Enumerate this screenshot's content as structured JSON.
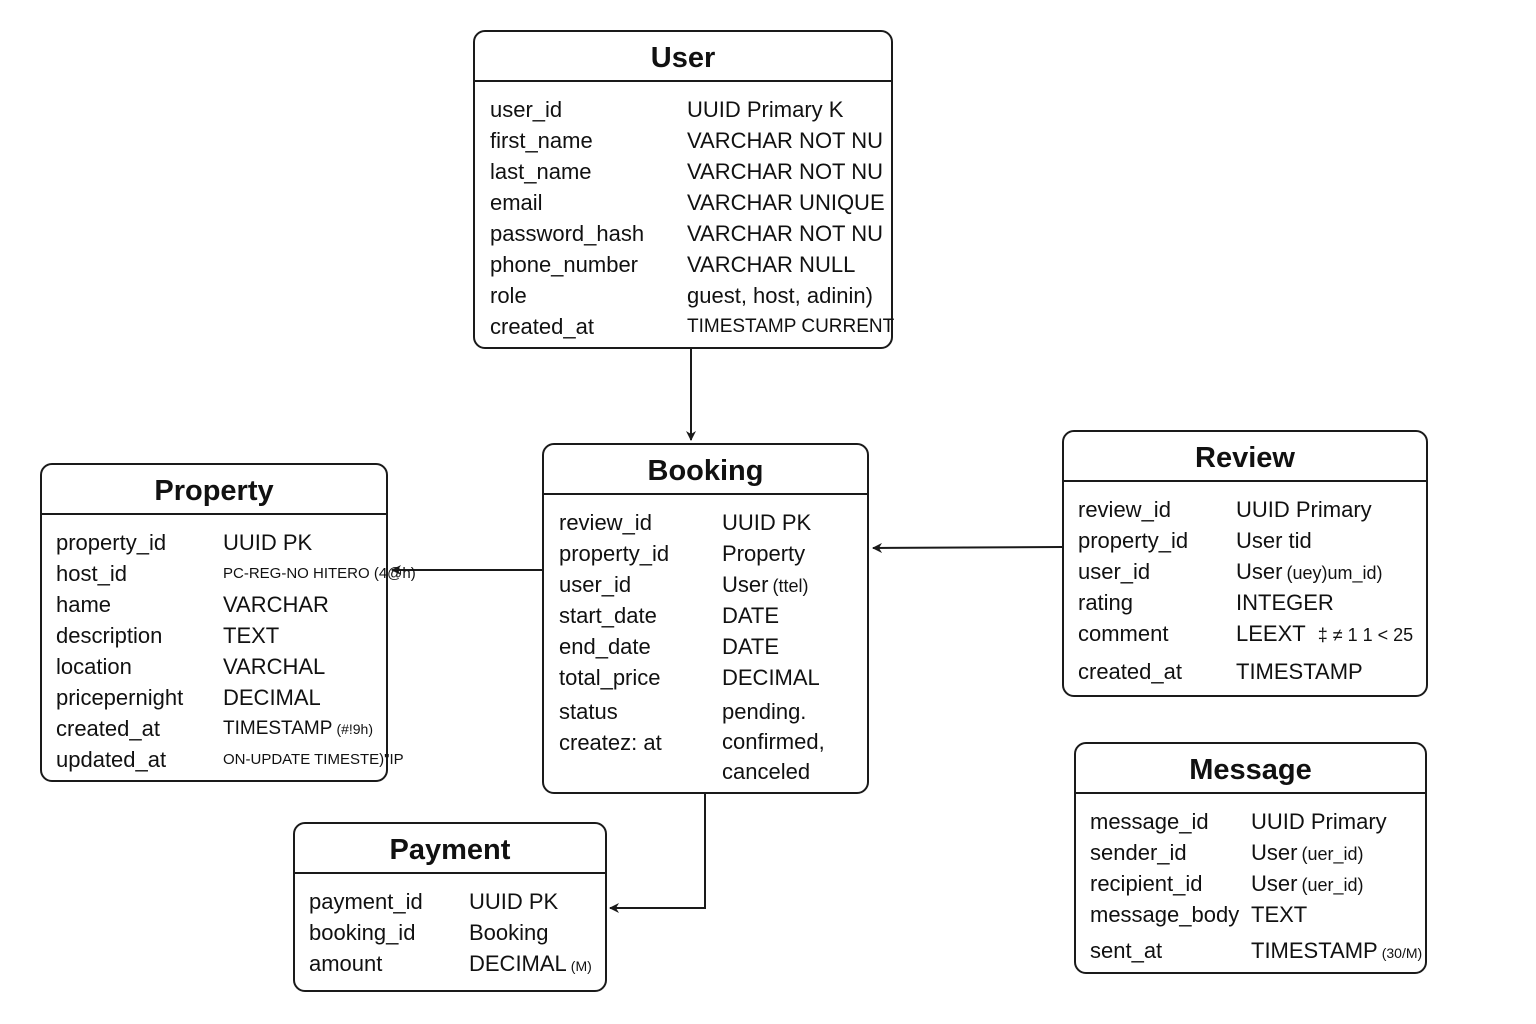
{
  "colors": {
    "stroke": "#1a1a1a",
    "text": "#111111",
    "background": "#ffffff"
  },
  "entities": {
    "user": {
      "title": "User",
      "fields": [
        {
          "name": "user_id",
          "type": "UUID Primary K"
        },
        {
          "name": "first_name",
          "type": "VARCHAR NOT NU"
        },
        {
          "name": "last_name",
          "type": "VARCHAR NOT NU"
        },
        {
          "name": "email",
          "type": "VARCHAR UNIQUE"
        },
        {
          "name": "password_hash",
          "type": "VARCHAR NOT NU"
        },
        {
          "name": "phone_number",
          "type": "VARCHAR NULL"
        },
        {
          "name": "role",
          "type": "guest, host, adinin)"
        },
        {
          "name": "created_at",
          "type": "TIMESTAMP CURRENT"
        }
      ]
    },
    "booking": {
      "title": "Booking",
      "fields": [
        {
          "name": "review_id",
          "type": "UUID PK"
        },
        {
          "name": "property_id",
          "type": "Property"
        },
        {
          "name": "user_id",
          "type": "User",
          "note": "(ttel)"
        },
        {
          "name": "start_date",
          "type": "DATE"
        },
        {
          "name": "end_date",
          "type": "DATE"
        },
        {
          "name": "total_price",
          "type": "DECIMAL"
        },
        {
          "name": "status",
          "type": "pending."
        },
        {
          "name": "createz: at",
          "type": "confirmed,",
          "type2": "canceled"
        }
      ]
    },
    "property": {
      "title": "Property",
      "fields": [
        {
          "name": "property_id",
          "type": "UUID PK"
        },
        {
          "name": "host_id",
          "type": "PC-REG-NO HITERO (4@h)"
        },
        {
          "name": "hame",
          "type": "VARCHAR"
        },
        {
          "name": "description",
          "type": "TEXT"
        },
        {
          "name": "location",
          "type": "VARCHAL"
        },
        {
          "name": "pricepernight",
          "type": "DECIMAL"
        },
        {
          "name": "created_at",
          "type": "TIMESTAMP",
          "note": "(#!9h)"
        },
        {
          "name": "updated_at",
          "type": "ON-UPDATE TIMESTE)\"IP"
        }
      ]
    },
    "review": {
      "title": "Review",
      "fields": [
        {
          "name": "review_id",
          "type": "UUID Primary"
        },
        {
          "name": "property_id",
          "type": "User tid"
        },
        {
          "name": "user_id",
          "type": "User",
          "note": "(uey)um_id)"
        },
        {
          "name": "rating",
          "type": "INTEGER"
        },
        {
          "name": "comment",
          "type": "LEEXT",
          "note": "‡ ≠ 1 1  <  25"
        },
        {
          "name": "created_at",
          "type": "TIMESTAMP"
        }
      ]
    },
    "message": {
      "title": "Message",
      "fields": [
        {
          "name": "message_id",
          "type": "UUID Primary"
        },
        {
          "name": "sender_id",
          "type": "User",
          "note": "(uer_id)"
        },
        {
          "name": "recipient_id",
          "type": "User",
          "note": "(uer_id)"
        },
        {
          "name": "message_body",
          "type": "TEXT"
        },
        {
          "name": "sent_at",
          "type": "TIMESTAMP",
          "note": "(30/M)"
        }
      ]
    },
    "payment": {
      "title": "Payment",
      "fields": [
        {
          "name": "payment_id",
          "type": "UUID PK"
        },
        {
          "name": "booking_id",
          "type": "Booking"
        },
        {
          "name": "amount",
          "type": "DECIMAL",
          "note": "(M)"
        }
      ]
    }
  }
}
